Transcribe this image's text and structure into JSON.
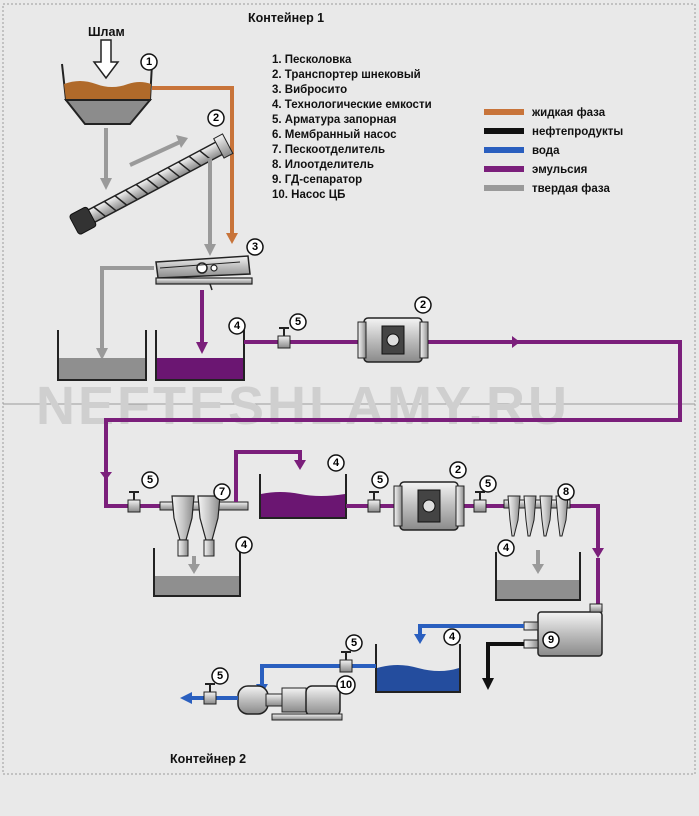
{
  "containers": {
    "container1": "Контейнер 1",
    "container2": "Контейнер 2"
  },
  "feed_label": "Шлам",
  "watermark": "NEFTESHLAMY.RU",
  "components": [
    "1. Песколовка",
    "2. Транспортер шнековый",
    "3. Вибросито",
    "4. Технологические емкости",
    "5. Арматура запорная",
    "6. Мембранный насос",
    "7. Пескоотделитель",
    "8. Илоотделитель",
    "9. ГД-сепаратор",
    "10. Насос ЦБ"
  ],
  "legend": [
    {
      "label": "жидкая фаза",
      "color": "#c8743a"
    },
    {
      "label": "нефтепродукты",
      "color": "#111111"
    },
    {
      "label": "вода",
      "color": "#2a5fbf"
    },
    {
      "label": "эмульсия",
      "color": "#7b1f7b"
    },
    {
      "label": "твердая фаза",
      "color": "#9a9a9a"
    }
  ],
  "markers": {
    "m1": "1",
    "m2a": "2",
    "m3": "3",
    "m4a": "4",
    "m5a": "5",
    "m2b": "2",
    "m5b": "5",
    "m7": "7",
    "m4b": "4",
    "m5c": "5",
    "m2c": "2",
    "m5d": "5",
    "m8": "8",
    "m4c": "4",
    "m4d": "4",
    "m9": "9",
    "m4e": "4",
    "m5e": "5",
    "m5f": "5",
    "m10": "10"
  },
  "colors": {
    "liquid": "#c8743a",
    "oil": "#111111",
    "water": "#2a5fbf",
    "emulsion": "#7b1f7b",
    "solid": "#9a9a9a",
    "mud": "#b06a2a"
  }
}
